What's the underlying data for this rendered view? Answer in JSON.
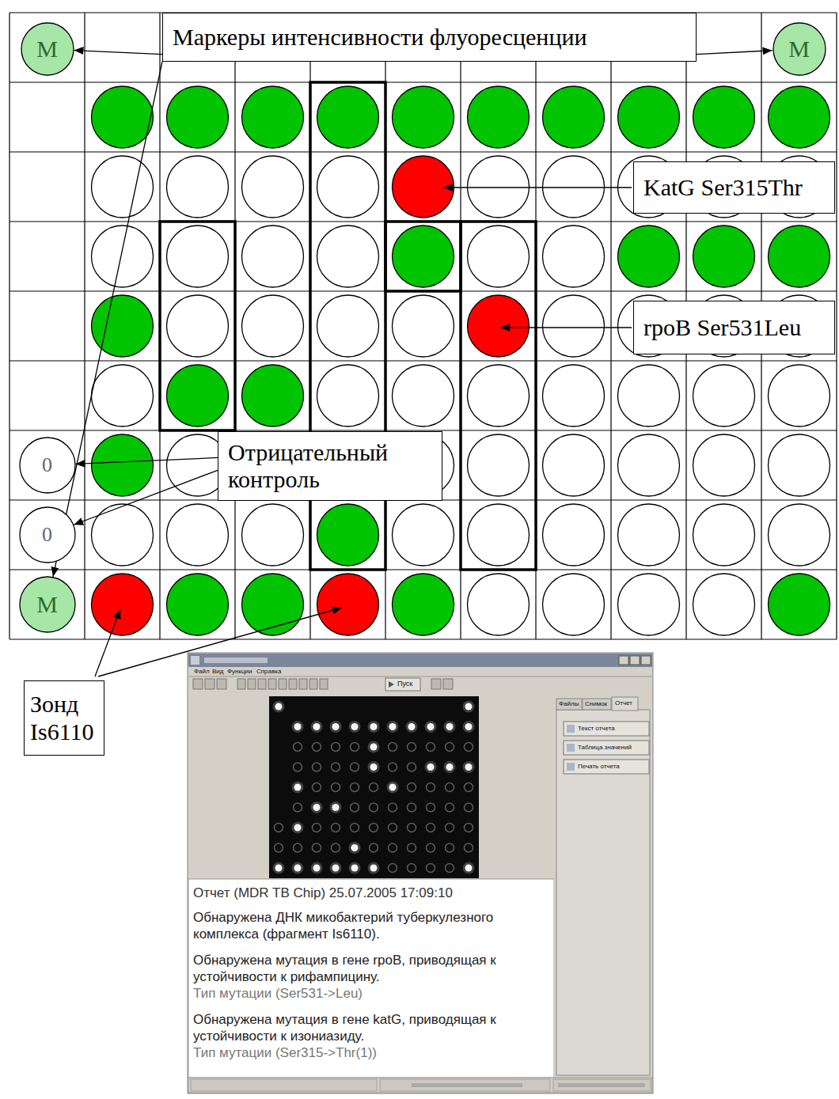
{
  "diagram": {
    "nodes": [
      {
        "text": [
          "Маркеры интенсивности флуоресценции"
        ]
      },
      {
        "text": [
          "М"
        ]
      },
      {
        "text": [
          "М"
        ]
      },
      {
        "text": [
          "KatG Ser315Thr"
        ]
      },
      {
        "text": [
          "rpoB Ser531Leu"
        ]
      },
      {
        "text": [
          "Отрицательный контроль"
        ]
      },
      {
        "text": [
          "0"
        ]
      },
      {
        "text": [
          "0"
        ]
      },
      {
        "text": [
          "М"
        ]
      },
      {
        "text": [
          "Зонд Is6110"
        ]
      }
    ],
    "edges": [
      {
        "from": 0,
        "to": 1,
        "arrow": "to"
      },
      {
        "from": 0,
        "to": 2,
        "arrow": "to"
      },
      {
        "from": 0,
        "to": 8,
        "arrow": "to"
      },
      {
        "from": 5,
        "to": 6,
        "arrow": "to"
      },
      {
        "from": 5,
        "to": 7,
        "arrow": "to"
      }
    ],
    "labels": [
      "Файл",
      "Вид",
      "Функции",
      "Справка",
      "Пуск",
      "Файлы",
      "Снимок",
      "Отчет",
      "Текст отчета",
      "Таблица значений",
      "Печать отчета",
      "Отчет (MDR TB Chip) 25.07.2005 17:09:10",
      "Обнаружена ДНК микобактерий туберкулезного комплекса (фрагмент Is6110).",
      "Обнаружена мутация в гене rpoB, приводящая к устойчивости к рифампицину.",
      "Тип мутации (Ser531->Leu)",
      "Обнаружена мутация в гене katG, приводящая к устойчивости к изониазиду.",
      "Тип мутации (Ser315->Thr(1))"
    ]
  }
}
